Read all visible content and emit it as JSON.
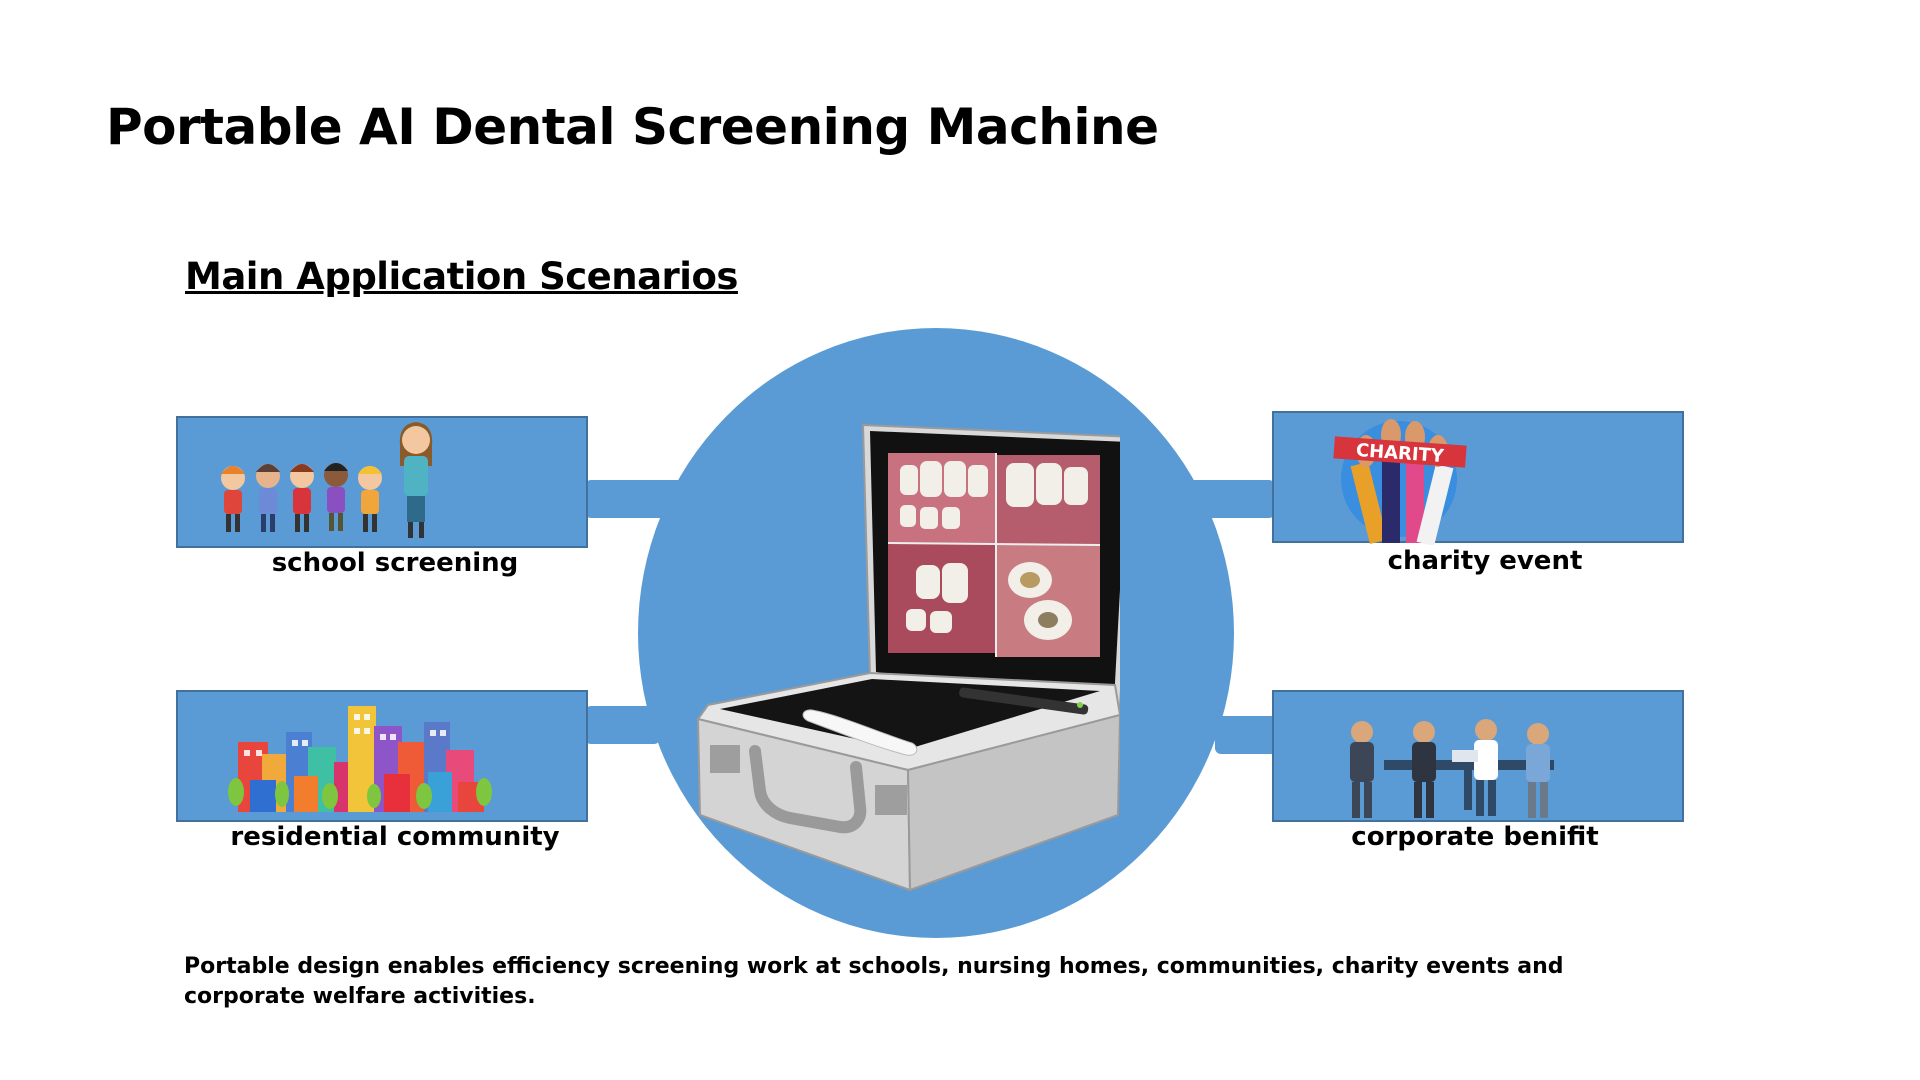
{
  "title": "Portable AI Dental Screening Machine",
  "subtitle": "Main Application Scenarios",
  "scenarios": {
    "school": {
      "caption": "school screening",
      "icon": "children-icon"
    },
    "charity": {
      "caption": "charity event",
      "badge_text": "CHARITY",
      "icon": "charity-hands-icon"
    },
    "residential": {
      "caption": "residential community",
      "icon": "city-buildings-icon"
    },
    "corporate": {
      "caption": "corporate benifit",
      "icon": "business-meeting-icon"
    }
  },
  "device": {
    "icon": "dental-screening-case-icon"
  },
  "footer_text": "Portable design enables efficiency screening work at schools, nursing homes, communities, charity events and corporate welfare activities.",
  "colors": {
    "accent_blue": "#5b9bd5",
    "box_border": "#41719c"
  }
}
